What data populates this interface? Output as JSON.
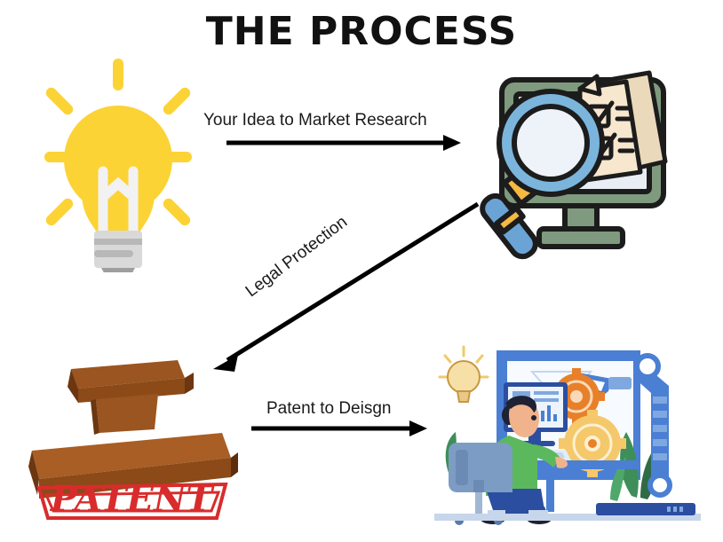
{
  "page": {
    "title": "THE PROCESS",
    "background_color": "#ffffff"
  },
  "steps": [
    {
      "id": "idea-to-research",
      "label": "Your Idea to Market Research",
      "arrow": "horizontal-right",
      "from_icon": "lightbulb-illustration",
      "to_icon": "market-research-illustration"
    },
    {
      "id": "legal-protection",
      "label": "Legal Protection",
      "arrow": "diagonal-down-left",
      "from_icon": "market-research-illustration",
      "to_icon": "patent-stamp-illustration"
    },
    {
      "id": "patent-to-design",
      "label": "Patent to Deisgn",
      "arrow": "horizontal-right",
      "from_icon": "patent-stamp-illustration",
      "to_icon": "design-workstation-illustration"
    }
  ],
  "illustrations": {
    "lightbulb": {
      "name": "lightbulb-illustration",
      "bulb_color": "#FCD335",
      "ray_color": "#FCD335",
      "filament_color": "#F2F2F2",
      "base_color": "#D9D9D9",
      "base_shadow": "#ADADAD",
      "ray_count": 8
    },
    "market_research": {
      "name": "market-research-illustration",
      "monitor_color": "#7F9A7E",
      "screen_color": "#E8EEF4",
      "document_color": "#F7E7CE",
      "document_back_color": "#EBD9BC",
      "magnifier_rim_color": "#7BB5DC",
      "magnifier_lens_color": "#EDF3F8",
      "magnifier_band_color": "#F5B942",
      "outline_color": "#1C1C1C",
      "checklist_rows": 2
    },
    "patent_stamp": {
      "name": "patent-stamp-illustration",
      "stamp_text": "PATENT",
      "wood_top_color": "#8B4A18",
      "wood_mid_color": "#9A5520",
      "wood_light_color": "#A85E24",
      "wood_dark_color": "#6B3610",
      "imprint_color": "#D82C2C"
    },
    "design_workstation": {
      "name": "design-workstation-illustration",
      "background_color": "#FFFFFF",
      "panel_color": "#4A7FD4",
      "screen_color": "#EDF3FB",
      "shirt_color": "#5CB85C",
      "pants_color": "#2B4EA0",
      "hair_color": "#1E2233",
      "skin_color": "#F0B38C",
      "chair_color": "#7C9CC4",
      "gear_orange": "#E8802A",
      "gear_yellow": "#F5C86B",
      "plant_green": "#3E8E5A",
      "plant_dark": "#2F6B45",
      "floor_color": "#C7D6EA",
      "bulb_color": "#F7DFA8"
    }
  }
}
